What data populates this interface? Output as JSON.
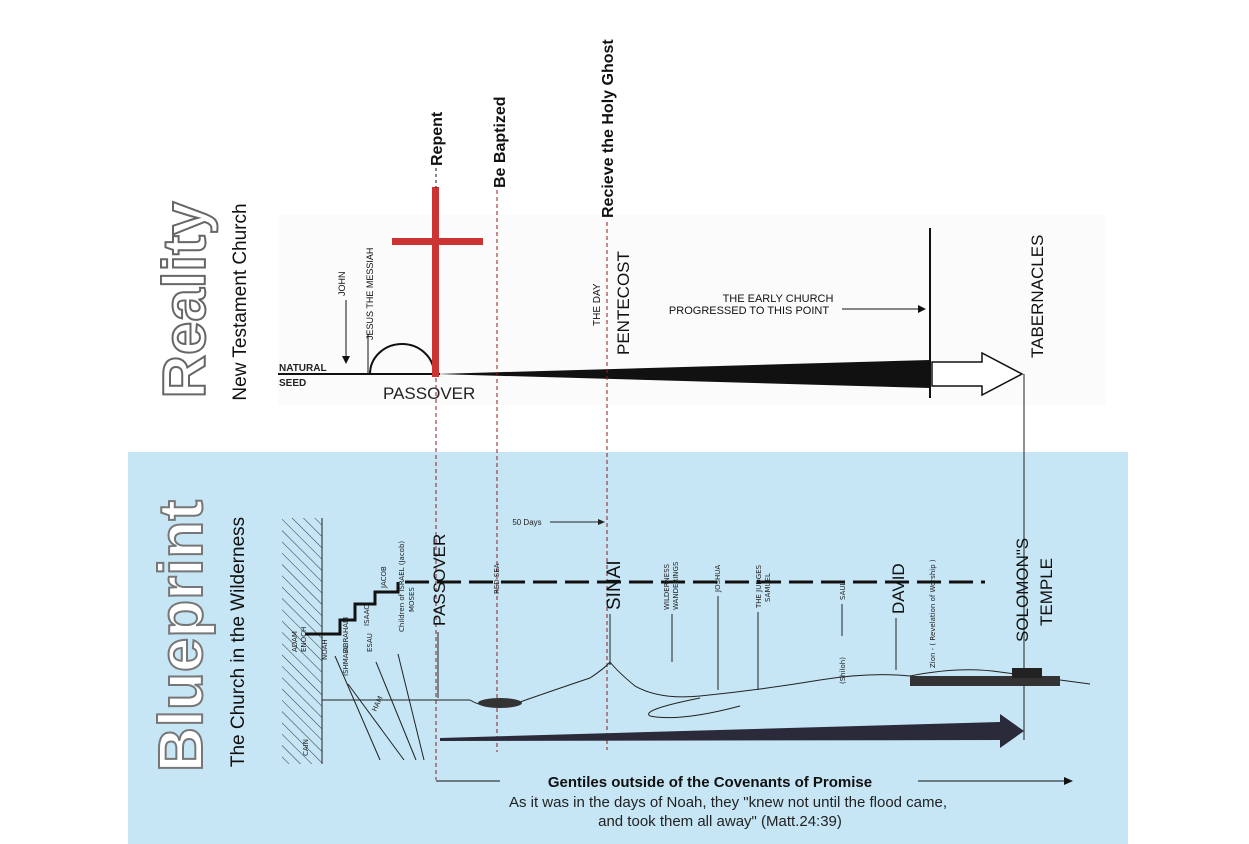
{
  "colors": {
    "blueprint_bg": "#c6e6f5",
    "cross": "#cc3333",
    "ink": "#1a1a1a",
    "outline_title": "#ffffff"
  },
  "steps": {
    "repent": "Repent",
    "baptized": "Be Baptized",
    "holy_ghost": "Recieve the Holy Ghost"
  },
  "reality": {
    "title": "Reality",
    "subtitle": "New Testament Church",
    "natural": "NATURAL",
    "seed": "SEED",
    "john": "JOHN",
    "jesus": "JESUS THE MESSIAH",
    "passover": "PASSOVER",
    "the_day": "THE DAY",
    "pentecost": "PENTECOST",
    "early_church_1": "THE EARLY CHURCH",
    "early_church_2": "PROGRESSED TO THIS POINT",
    "tabernacles": "TABERNACLES"
  },
  "blueprint": {
    "title": "Blueprint",
    "subtitle": "The Church in the Wilderness",
    "fifty_days": "50 Days",
    "adam": "ADAM",
    "enoch": "ENOCH",
    "noah": "NOAH",
    "abraham": "ABRAHAM",
    "ishmael": "ISHMAEL",
    "isaac": "ISAAC",
    "esau": "ESAU",
    "jacob": "JACOB",
    "children_of_israel": "Children of ISRAEL (Jacob)",
    "moses": "MOSES",
    "cain": "CAIN",
    "ham": "HAM",
    "passover": "PASSOVER",
    "red_sea": "RED SEA",
    "sinai": "SINAI",
    "wilderness": "WILDERNESS",
    "wanderings": "WANDERINGS",
    "joshua": "JOSHUA",
    "the_judges": "THE JUDGES",
    "samuel": "SAMUEL",
    "saul": "SAUL",
    "shiloh": "(Shiloh)",
    "david": "DAVID",
    "zion": "Zion - ( Revelation of Worship )",
    "solomons": "SOLOMON\"S",
    "temple": "TEMPLE"
  },
  "footer": {
    "gentiles": "Gentiles outside of the Covenants of Promise",
    "quote_line1": "As it was in the days of Noah, they \"knew not until the flood came,",
    "quote_line2": "and took them all away\" (Matt.24:39)"
  }
}
